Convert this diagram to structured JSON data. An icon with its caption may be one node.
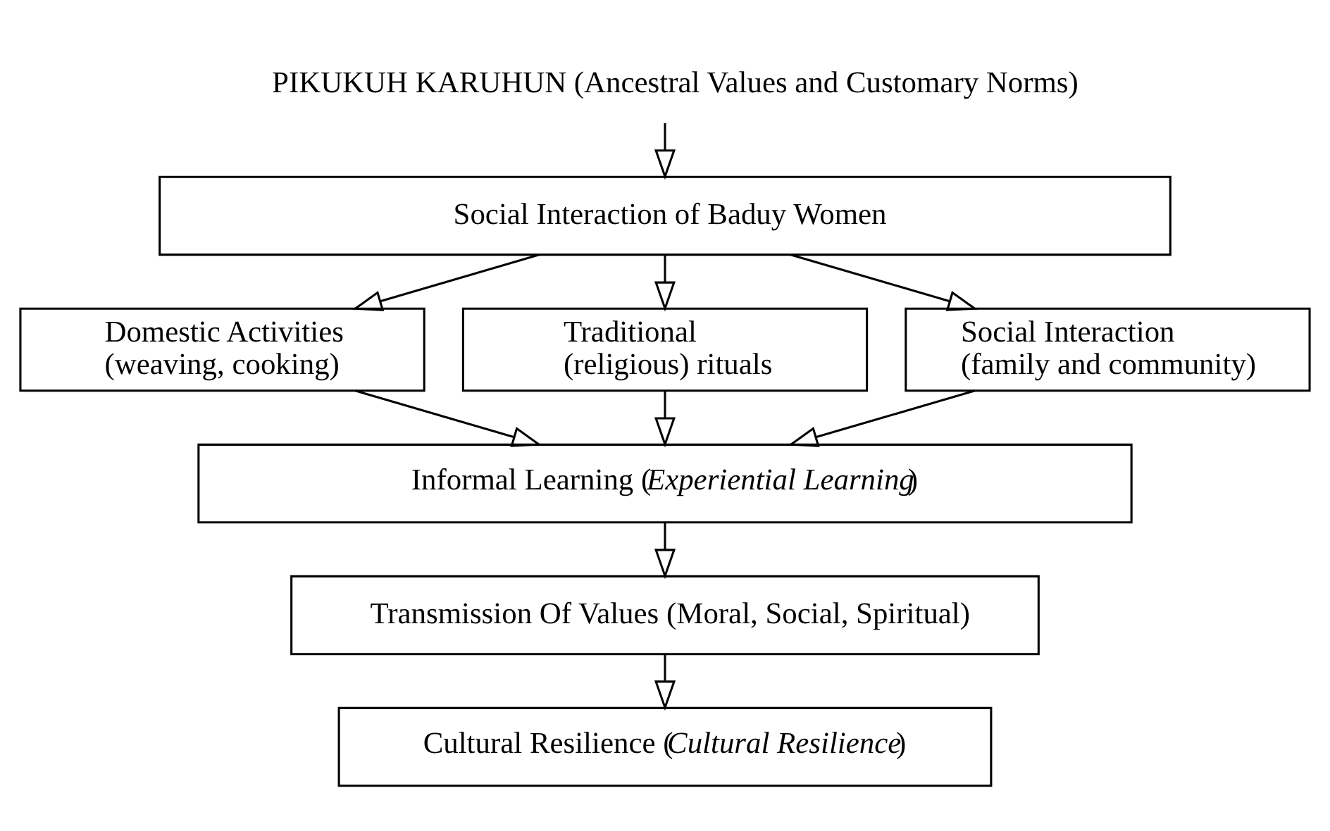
{
  "diagram": {
    "nodes": [
      {
        "text": [
          "PIKUKUH KARUHUN (Ancestral Values and Customary Norms)"
        ]
      },
      {
        "text": [
          "Social Interaction of Baduy Women"
        ]
      },
      {
        "text": [
          "Domestic Activities (weaving, cooking)"
        ]
      },
      {
        "text": [
          "Traditional (religious) rituals"
        ]
      },
      {
        "text": [
          "Social Interaction (family and community)"
        ]
      },
      {
        "text": [
          "Informal Learning (*Experiential Learning*)"
        ]
      },
      {
        "text": [
          "Transmission Of Values (Moral, Social, Spiritual)"
        ]
      },
      {
        "text": [
          "Cultural Resilience (*Cultural Resilience*)"
        ]
      }
    ],
    "edges": [
      {
        "from": 0,
        "to": 1,
        "arrow": "to"
      },
      {
        "from": 1,
        "to": 2,
        "arrow": "to"
      },
      {
        "from": 1,
        "to": 3,
        "arrow": "to"
      },
      {
        "from": 1,
        "to": 4,
        "arrow": "to"
      },
      {
        "from": 2,
        "to": 5,
        "arrow": "to"
      },
      {
        "from": 3,
        "to": 5,
        "arrow": "to"
      },
      {
        "from": 4,
        "to": 5,
        "arrow": "to"
      },
      {
        "from": 5,
        "to": 6,
        "arrow": "to"
      },
      {
        "from": 6,
        "to": 7,
        "arrow": "to"
      }
    ]
  }
}
